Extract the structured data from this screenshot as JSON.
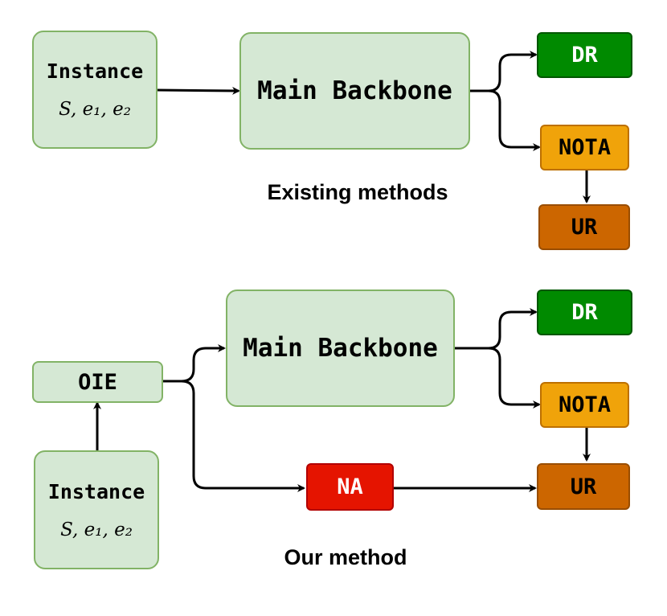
{
  "top": {
    "instance_title": "Instance",
    "instance_math": "S, e₁, e₂",
    "backbone": "Main Backbone",
    "dr": "DR",
    "nota": "NOTA",
    "ur": "UR",
    "caption": "Existing methods"
  },
  "bottom": {
    "oie": "OIE",
    "instance_title": "Instance",
    "instance_math": "S, e₁, e₂",
    "backbone": "Main Backbone",
    "dr": "DR",
    "nota": "NOTA",
    "na": "NA",
    "ur": "UR",
    "caption": "Our method"
  },
  "colors": {
    "green_fill": "#d5e8d4",
    "green_stroke": "#82b366",
    "dr": "#008a00",
    "nota": "#f0a30a",
    "ur": "#cc6600",
    "na": "#e51400"
  }
}
